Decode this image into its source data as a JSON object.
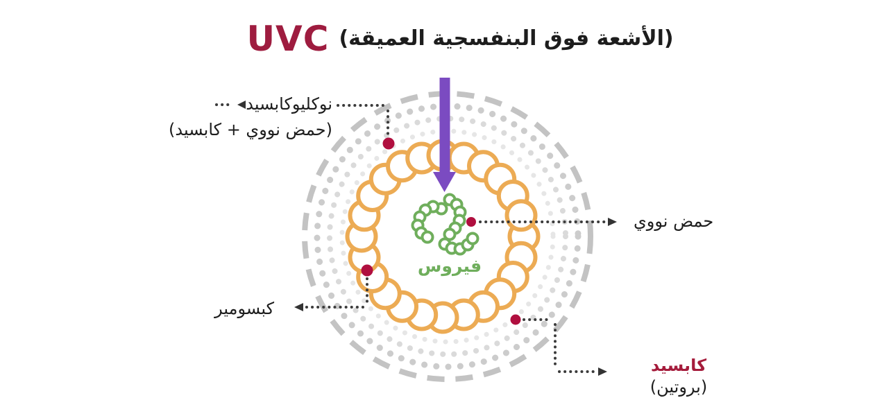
{
  "title": {
    "uvc_label": "UVC",
    "arabic_label": "(الأشعة فوق البنفسجية العميقة)"
  },
  "center_label": "فيروس",
  "callouts": {
    "nucleocapsid": {
      "line1": "نوكليوكابسيد",
      "line2": "(حمض نووي + كابسيد)"
    },
    "nucleic_acid": {
      "label": "حمض نووي"
    },
    "capsomere": {
      "label": "كبسومير"
    },
    "capsid": {
      "line1": "كابسيد",
      "line2": "(بروتين)"
    }
  },
  "icons": {
    "uv_ray": "uvc-ray-arrow-icon",
    "callout_pointer": "triangle-arrowhead-icon"
  },
  "colors": {
    "title_maroon": "#9e1c3f",
    "marker_red": "#b00f3f",
    "capsid_label_red": "#a51c3c",
    "uv_purple": "#7b4bc1",
    "capsid_orange": "#ecab54",
    "nucleic_green": "#6fae5c",
    "envelope_dash_gray": "#c3c3c3",
    "dot_ring_gray_outer": "#cccccc",
    "dot_ring_gray_middle": "#dadada",
    "dot_ring_gray_inner": "#e6e6e6",
    "connector_gray": "#3b3b3b",
    "text_black": "#1d1d1d",
    "background": "#ffffff"
  }
}
